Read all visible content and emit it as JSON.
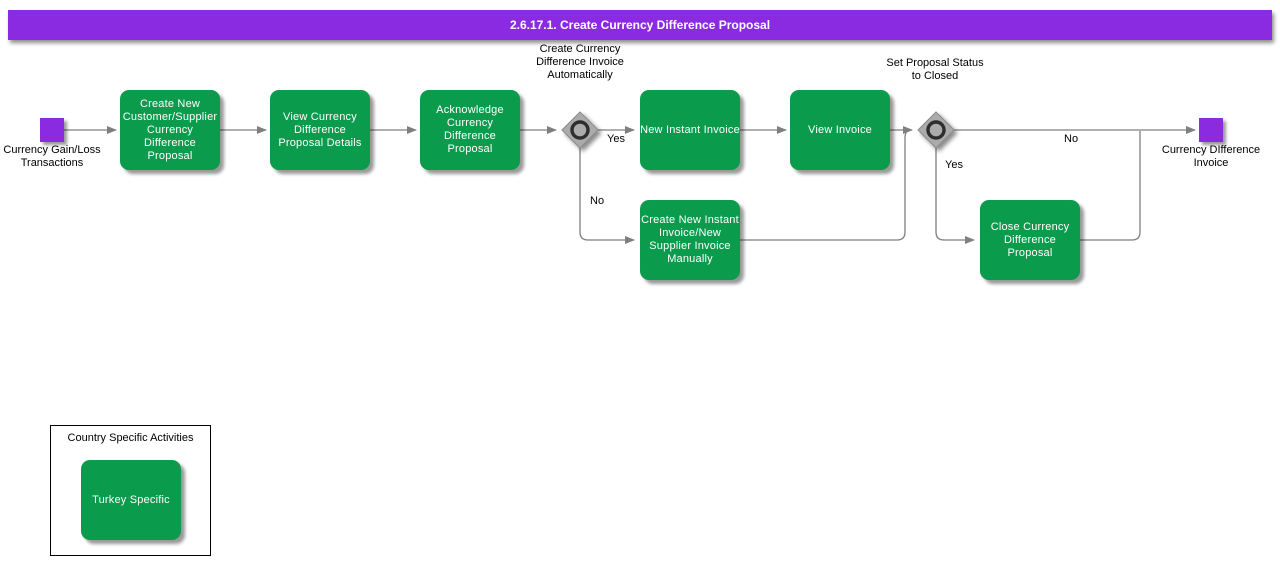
{
  "title_bar": {
    "text": "2.6.17.1. Create Currency Difference Proposal"
  },
  "colors": {
    "purple": "#8A2BE2",
    "green": "#0A9B4D",
    "line": "#7F7F7F",
    "gateway_gray": "#ABABAB"
  },
  "start_event": {
    "label": "Currency Gain/Loss Transactions"
  },
  "end_event": {
    "label": "Currency DIfference Invoice"
  },
  "tasks": [
    {
      "label": "Create New Customer/Supplier Currency Difference Proposal"
    },
    {
      "label": "View Currency Difference Proposal Details"
    },
    {
      "label": "Acknowledge Currency Difference Proposal"
    },
    {
      "label": "New Instant Invoice"
    },
    {
      "label": "View Invoice"
    },
    {
      "label": "Create New Instant Invoice/New Supplier Invoice Manually"
    },
    {
      "label": "Close Currency Difference Proposal"
    }
  ],
  "gateways": [
    {
      "label": "Create Currency Difference Invoice Automatically",
      "yes": "Yes",
      "no": "No"
    },
    {
      "label": "Set Proposal Status to Closed",
      "yes": "Yes",
      "no": "No"
    }
  ],
  "legend": {
    "title": "Country Specific Activities",
    "item_label": "Turkey Specific"
  }
}
